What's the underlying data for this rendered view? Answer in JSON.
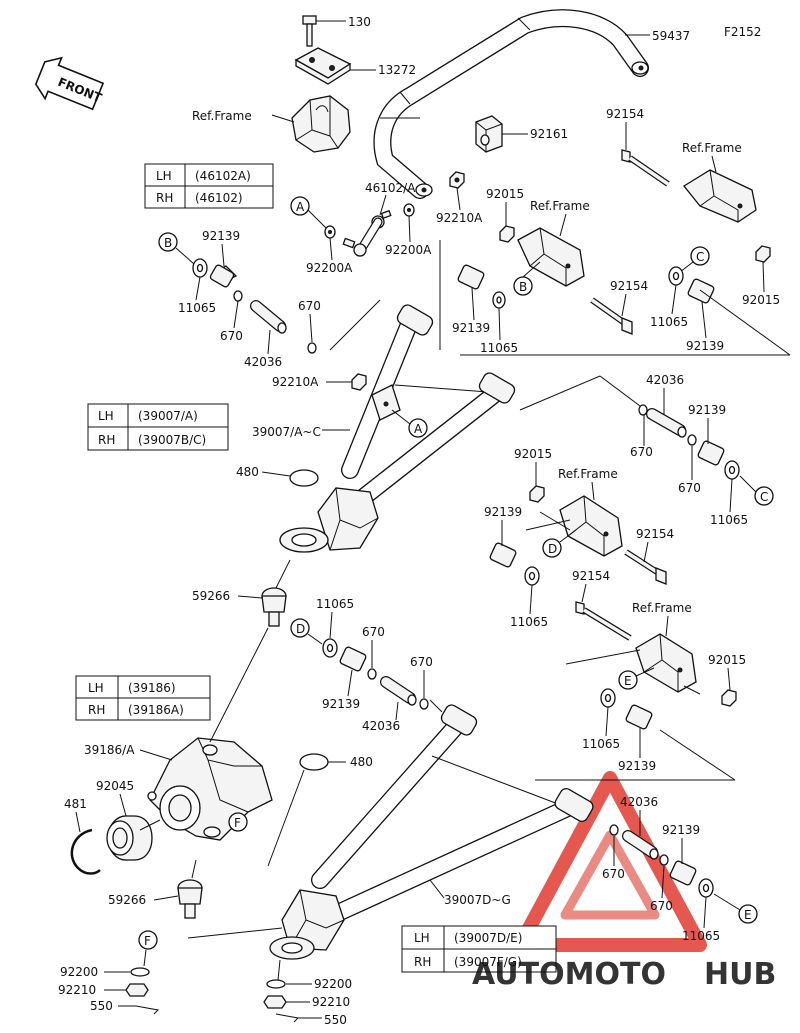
{
  "figure_code": "F2152",
  "direction": "FRONT",
  "labels": {
    "p130": "130",
    "p13272": "13272",
    "ref_frame": "Ref.Frame",
    "p59437": "59437",
    "p92161": "92161",
    "p92154": "92154",
    "p92015": "92015",
    "p46102a": "46102/A",
    "p92210a": "92210A",
    "p92200a": "92200A",
    "p92139": "92139",
    "p11065": "11065",
    "p670": "670",
    "p42036": "42036",
    "p39007ac": "39007/A~C",
    "p480": "480",
    "p59266": "59266",
    "p39186a": "39186/A",
    "p92045": "92045",
    "p481": "481",
    "p39007dg": "39007D~G",
    "p92200": "92200",
    "p92210": "92210",
    "p550": "550"
  },
  "callouts": {
    "a": "A",
    "b": "B",
    "c": "C",
    "d": "D",
    "e": "E",
    "f": "F"
  },
  "tables": {
    "t46102": {
      "lh_side": "LH",
      "lh_part": "(46102A)",
      "rh_side": "RH",
      "rh_part": "(46102)"
    },
    "t39007ac": {
      "lh_side": "LH",
      "lh_part": "(39007/A)",
      "rh_side": "RH",
      "rh_part": "(39007B/C)"
    },
    "t39186": {
      "lh_side": "LH",
      "lh_part": "(39186)",
      "rh_side": "RH",
      "rh_part": "(39186A)"
    },
    "t39007dg": {
      "lh_side": "LH",
      "lh_part": "(39007D/E)",
      "rh_side": "RH",
      "rh_part": "(39007F/G)"
    }
  },
  "watermark": {
    "part1": "AUTOMOTO",
    "part2": "HUB"
  },
  "colors": {
    "watermark_red": "#e03c32",
    "watermark_orange": "#f0a070",
    "watermark_dark": "#2a2a2a"
  }
}
